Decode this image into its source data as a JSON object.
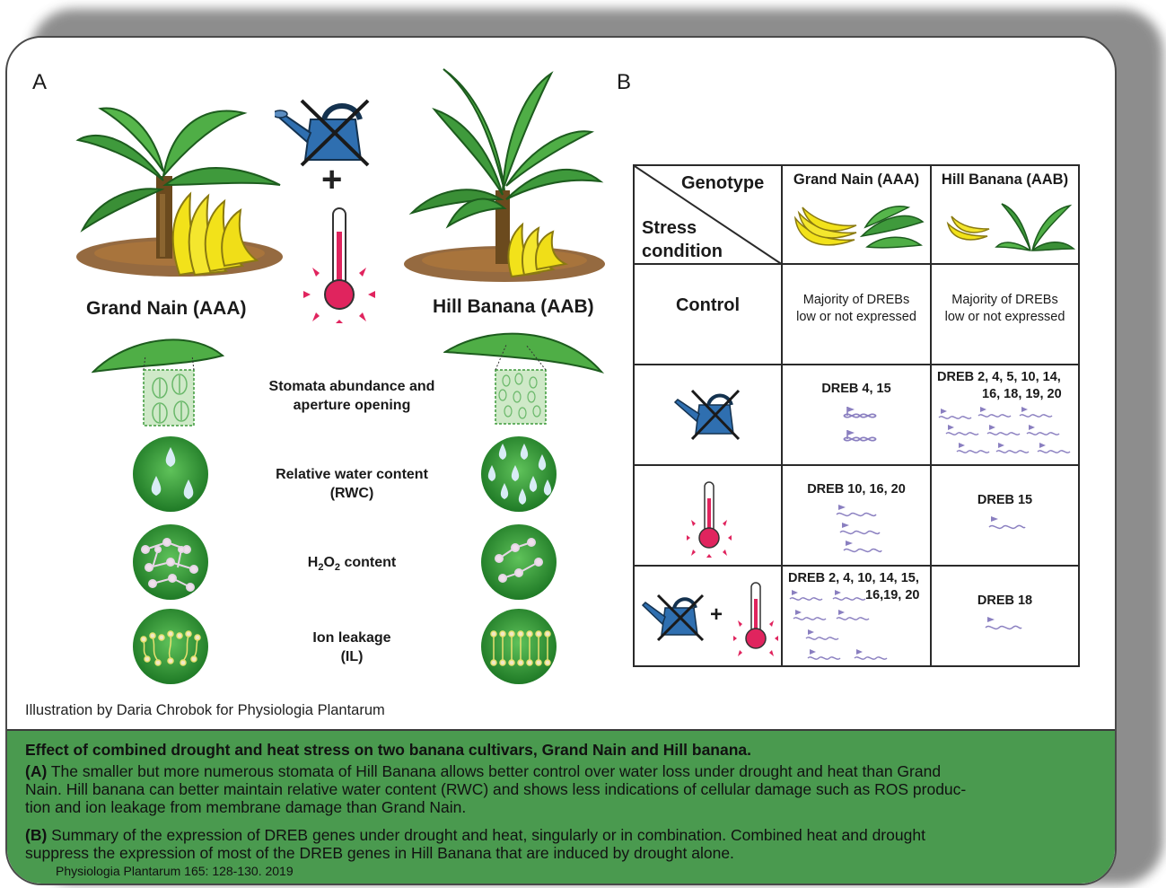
{
  "panel_a": {
    "letter": "A",
    "cultivar_left": "Grand Nain (AAA)",
    "cultivar_right": "Hill Banana (AAB)",
    "features": [
      {
        "line1": "Stomata abundance and",
        "line2": "aperture opening"
      },
      {
        "line1": "Relative water content",
        "line2": "(RWC)"
      },
      {
        "h2o2_prefix": "H",
        "sub1": "2",
        "mid": "O",
        "sub2": "2",
        "suffix": " content"
      },
      {
        "line1": "Ion leakage",
        "line2": "(IL)"
      }
    ],
    "credit": "Illustration by Daria Chrobok for Physiologia Plantarum"
  },
  "panel_b": {
    "letter": "B",
    "header": {
      "genotype": "Genotype",
      "stress_line1": "Stress",
      "stress_line2": "condition",
      "col1": "Grand Nain (AAA)",
      "col2": "Hill Banana (AAB)"
    },
    "rows": [
      {
        "label": "Control",
        "col1_line1": "Majority of DREBs",
        "col1_line2": "low or not expressed",
        "col2_line1": "Majority of DREBs",
        "col2_line2": "low or not expressed"
      },
      {
        "col1_line1": "DREB 4, 15",
        "col2_line1": "DREB 2, 4, 5, 10, 14,",
        "col2_line2": "16, 18, 19, 20"
      },
      {
        "col1_line1": "DREB 10, 16, 20",
        "col2_line1": "DREB 15"
      },
      {
        "col1_line1": "DREB 2, 4, 10, 14, 15,",
        "col1_line2": "16,19, 20",
        "col2_line1": "DREB 18",
        "plus": "+"
      }
    ],
    "plus_symbol": "+"
  },
  "caption": {
    "title": "Effect of combined drought and heat stress on two banana cultivars, Grand Nain and Hill banana.",
    "a_label": "(A)",
    "a_line1": " The smaller but more numerous stomata of Hill Banana allows better control over water loss under drought and heat than Grand",
    "a_line2": "Nain. Hill banana can better maintain relative water content (RWC) and shows less indications of cellular damage such as ROS produc-",
    "a_line3": "tion and ion leakage from membrane damage than Grand Nain.",
    "b_label": "(B)",
    "b_line1": " Summary of the expression of DREB genes under drought and heat, singularly or in combination. Combined heat and drought",
    "b_line2": "suppress the expression of most of the DREB genes in Hill Banana that are induced by drought alone.",
    "citation": "Physiologia Plantarum 165: 128-130. 2019"
  },
  "colors": {
    "leaf_green": "#3f9a3c",
    "banana_yellow": "#f2e21a",
    "can_blue": "#2f6fb0",
    "thermo_red": "#e0245e",
    "caption_green": "#4a9a4f",
    "dna_purple": "#8a7fc0"
  }
}
